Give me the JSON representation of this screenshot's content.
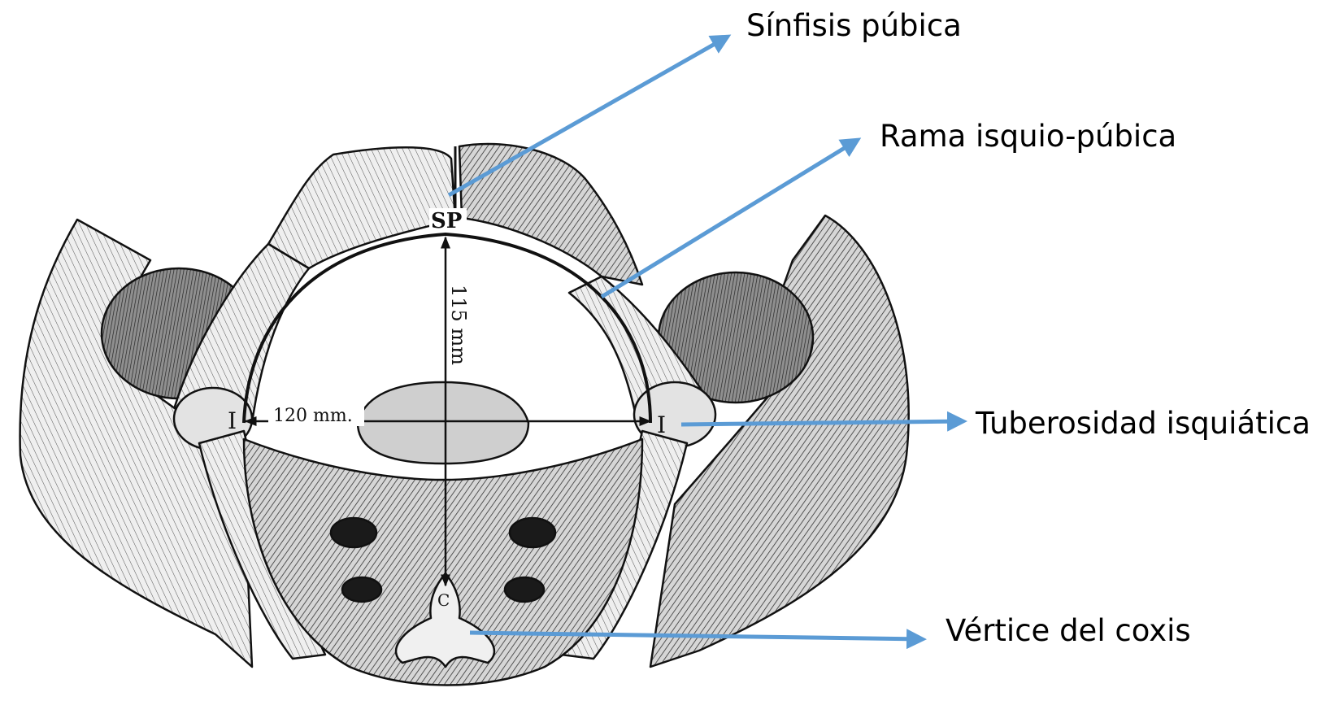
{
  "labels": {
    "sinfisis": "Sínfisis púbica",
    "rama": "Rama isquio-púbica",
    "tuberosidad": "Tuberosidad isquiática",
    "vertice": "Vértice del coxis"
  },
  "figure": {
    "sp_mark": "SP",
    "vertical_measure": "115 mm",
    "horizontal_measure": "120 mm.",
    "ischium_mark_left": "I",
    "ischium_mark_right": "I",
    "coccyx_mark": "C"
  },
  "colors": {
    "arrow": "#5b9bd5",
    "ink": "#111111",
    "bone_fill": "#f2f2f2",
    "shadow_fill": "#8a8a8a"
  }
}
